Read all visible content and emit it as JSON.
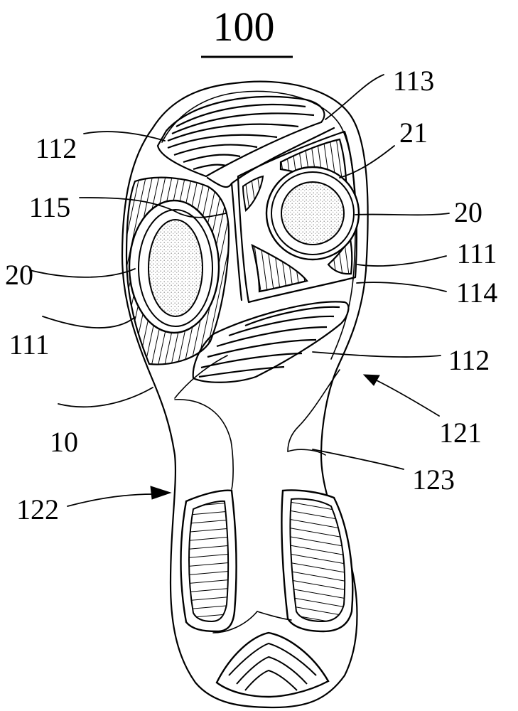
{
  "figure": {
    "title": "100",
    "labels": {
      "l113": "113",
      "l21": "21",
      "l112_top": "112",
      "l115": "115",
      "l20_right": "20",
      "l111_right": "111",
      "l20_left": "20",
      "l114": "114",
      "l111_left": "111",
      "l112_mid": "112",
      "l10": "10",
      "l121": "121",
      "l123": "123",
      "l122": "122"
    }
  }
}
